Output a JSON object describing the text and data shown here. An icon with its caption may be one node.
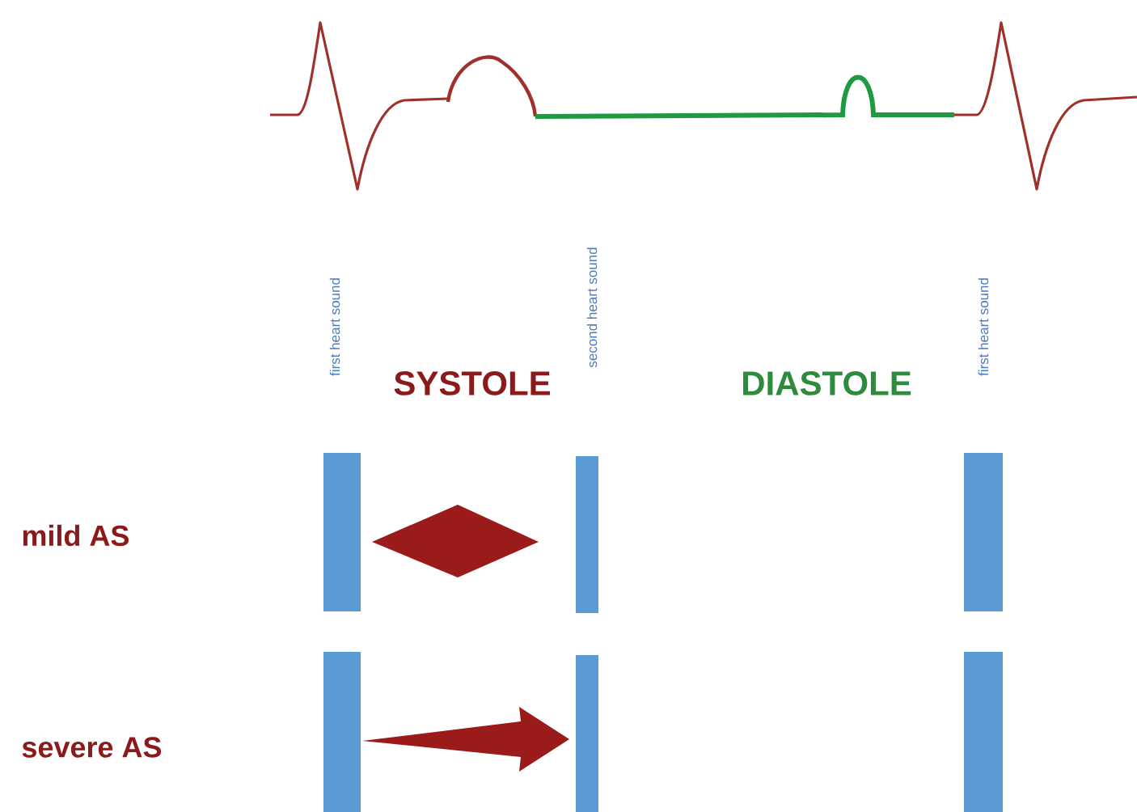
{
  "diagram": {
    "labels": [
      "first heart sound",
      "second heart sound",
      "first heart sound",
      "SYSTOLE",
      "DIASTOLE",
      "mild AS",
      "severe AS"
    ]
  }
}
